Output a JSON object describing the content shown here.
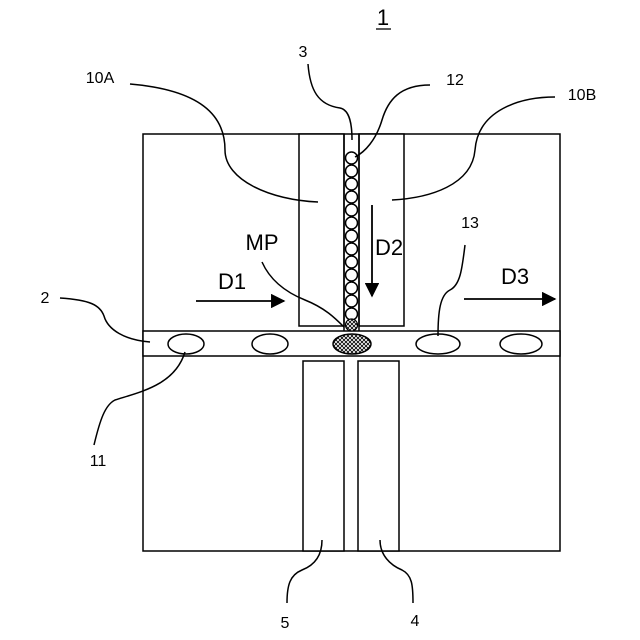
{
  "labels": {
    "figure_number": "1",
    "ref_10a": "10A",
    "ref_3": "3",
    "ref_12": "12",
    "ref_10b": "10B",
    "ref_mp": "MP",
    "ref_d2": "D2",
    "ref_13": "13",
    "ref_2": "2",
    "ref_d1": "D1",
    "ref_d3": "D3",
    "ref_11": "11",
    "ref_5": "5",
    "ref_4": "4"
  }
}
